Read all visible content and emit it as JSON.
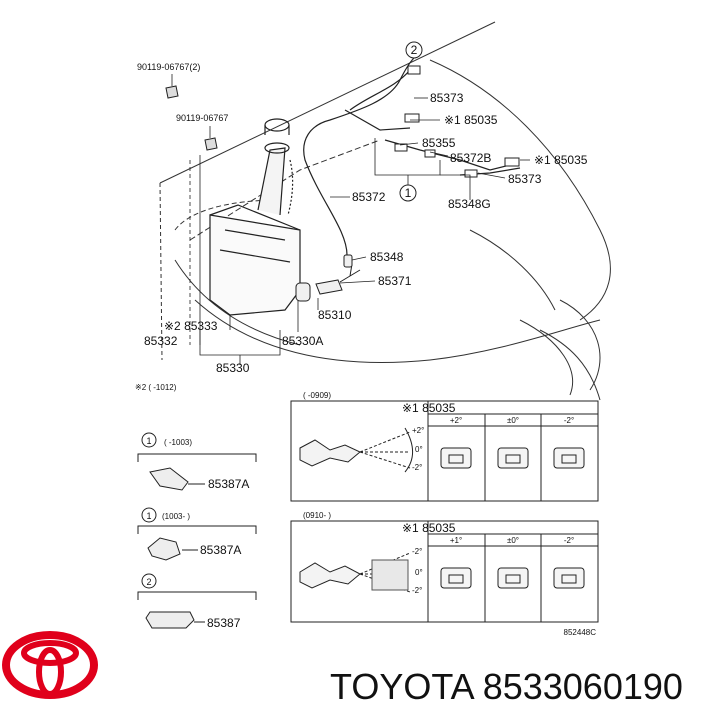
{
  "diagram": {
    "header_part_1": "90119-06767(2)",
    "header_part_2": "90119-06767",
    "callout_2": "2",
    "callout_1": "1",
    "label_85373_top": "85373",
    "label_85035_a": "※1 85035",
    "label_85355": "85355",
    "label_85372b": "85372B",
    "label_85035_b": "※1 85035",
    "label_85373_b": "85373",
    "label_85372": "85372",
    "label_85348g": "85348G",
    "label_85348": "85348",
    "label_85371": "85371",
    "label_85310": "85310",
    "label_85333": "※2 85333",
    "label_85332": "85332",
    "label_85330a": "85330A",
    "label_85330": "85330",
    "note_2": "※2 (      -1012)",
    "inset_top_date": "(     -0909)",
    "inset_top_title": "※1 85035",
    "inset_top_cols": [
      "+2°",
      "±0°",
      "-2°"
    ],
    "inset_top_angles": [
      "+2°",
      "0°",
      "-2°"
    ],
    "inset_bot_date": "(0910-       )",
    "inset_bot_title": "※1 85035",
    "inset_bot_cols": [
      "+1°",
      "±0°",
      "-2°"
    ],
    "inset_bot_angles": [
      "-2°",
      "0°",
      "-2°"
    ],
    "legend_1a_num": "1",
    "legend_1a_range": "(      -1003)",
    "legend_1a_part": "85387A",
    "legend_1b_num": "1",
    "legend_1b_range": "(1003-       )",
    "legend_1b_part": "85387A",
    "legend_2_num": "2",
    "legend_2_part": "85387",
    "figure_code": "852448C"
  },
  "brand": {
    "logo": "toyota-logo",
    "text": "TOYOTA 8533060190",
    "logo_color": "#e0001b"
  }
}
